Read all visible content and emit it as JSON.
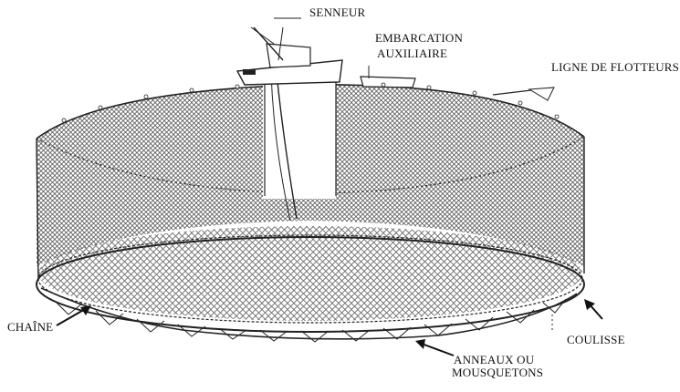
{
  "labels": {
    "senneur": "SENNEUR",
    "embarcation_line1": "EMBARCATION",
    "embarcation_line2": "AUXILIAIRE",
    "ligne_de_flotteurs": "LIGNE DE FLOTTEURS",
    "chaine": "CHAÎNE",
    "coulisse": "COULISSE",
    "anneaux_line1": "ANNEAUX  OU",
    "anneaux_line2": "MOUSQUETONS"
  },
  "colors": {
    "ink": "#111111",
    "net": "#555555",
    "background": "#ffffff"
  }
}
